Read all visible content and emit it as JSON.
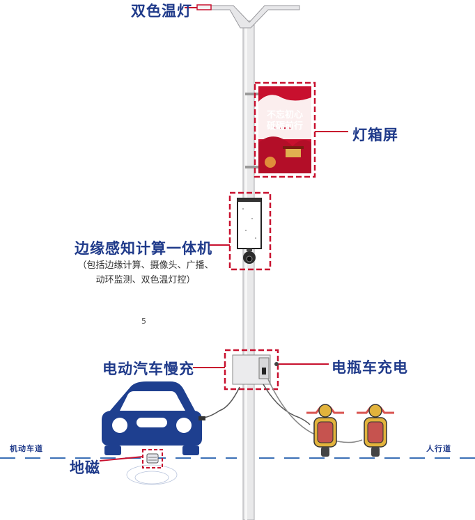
{
  "labels": {
    "lamp": "双色温灯",
    "lightbox": "灯箱屏",
    "edge_unit": "边缘感知计算一体机",
    "edge_unit_note_line1": "（包括边缘计算、摄像头、广播、",
    "edge_unit_note_line2": "动环监测、双色温灯控）",
    "ev_charger": "电动汽车慢充",
    "ebike_charger": "电瓶车充电",
    "geomagnetic": "地磁",
    "motor_lane": "机动车道",
    "sidewalk": "人行道",
    "page_number": "5"
  },
  "banner": {
    "line1": "不忘初心",
    "line2": "砥砺前行"
  },
  "colors": {
    "label_blue": "#1f3a8a",
    "car_blue": "#1e3f8f",
    "dash_red": "#c8102e",
    "lane_blue": "#3b6fb6",
    "banner_red": "#c8102e",
    "scooter_yellow": "#e2b33c",
    "scooter_red": "#d9534f"
  },
  "icons": [
    "car-icon",
    "scooter-icon",
    "camera-icon",
    "geomagnetic-sensor-icon",
    "lamp-head-icon"
  ]
}
